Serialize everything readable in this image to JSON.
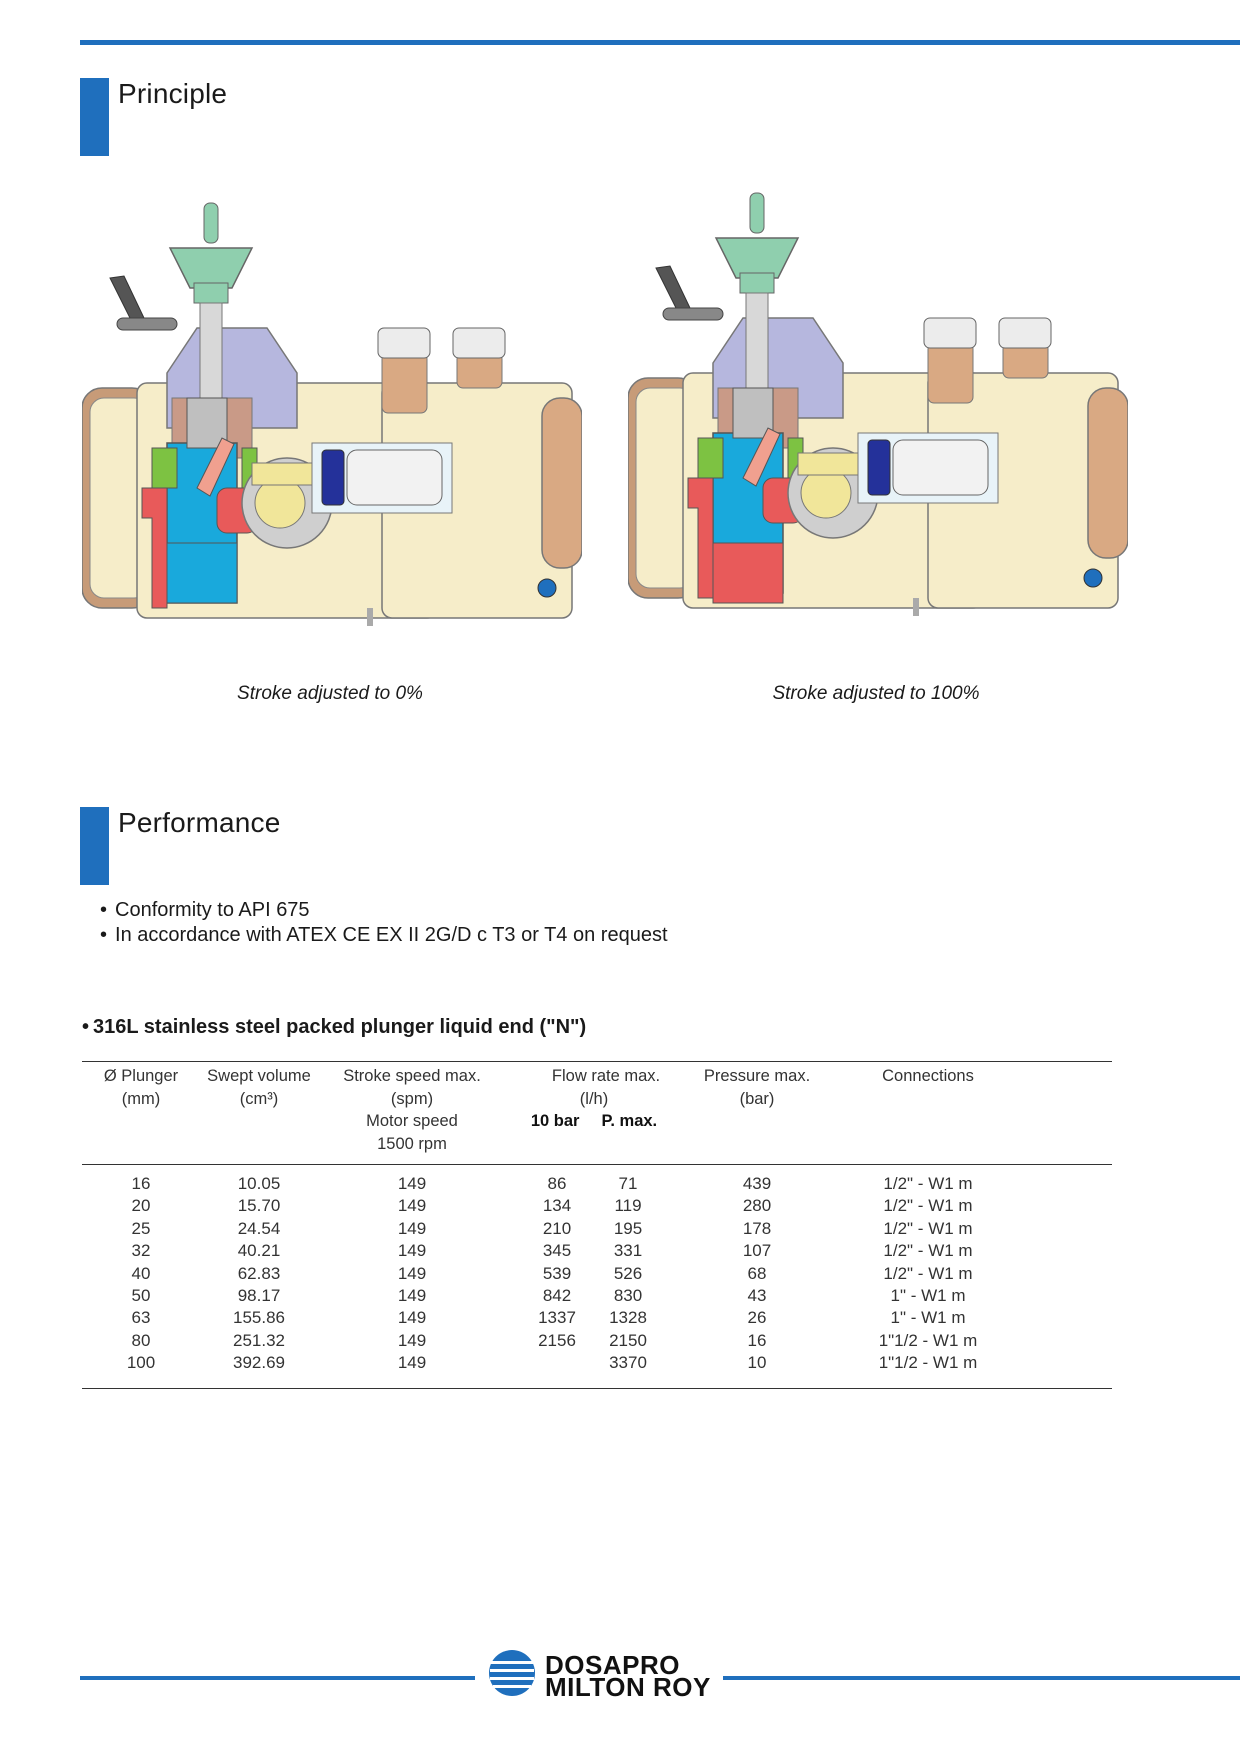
{
  "principle": {
    "title": "Principle",
    "captions": [
      "Stroke adjusted to 0%",
      "Stroke adjusted to 100%"
    ]
  },
  "performance": {
    "title": "Performance",
    "bullets": [
      "Conformity to API 675",
      "In accordance with ATEX CE EX II 2G/D c T3 or T4 on request"
    ]
  },
  "table": {
    "title": "316L stainless steel packed plunger liquid end (\"N\")",
    "headers": {
      "plunger": [
        "Ø Plunger",
        "(mm)"
      ],
      "swept": [
        "Swept volume",
        "(cm³)"
      ],
      "stroke": [
        "Stroke speed max.",
        "(spm)",
        "Motor speed",
        "1500 rpm"
      ],
      "flow": [
        "Flow rate max.",
        "(l/h)"
      ],
      "flow_sub": [
        "10 bar",
        "P. max."
      ],
      "pressure": [
        "Pressure max.",
        "(bar)"
      ],
      "connections": [
        "Connections"
      ]
    },
    "rows": [
      [
        "16",
        "10.05",
        "149",
        "86",
        "71",
        "439",
        "1/2\" - W1 m"
      ],
      [
        "20",
        "15.70",
        "149",
        "134",
        "119",
        "280",
        "1/2\" - W1 m"
      ],
      [
        "25",
        "24.54",
        "149",
        "210",
        "195",
        "178",
        "1/2\" - W1 m"
      ],
      [
        "32",
        "40.21",
        "149",
        "345",
        "331",
        "107",
        "1/2\" - W1 m"
      ],
      [
        "40",
        "62.83",
        "149",
        "539",
        "526",
        "68",
        "1/2\" - W1 m"
      ],
      [
        "50",
        "98.17",
        "149",
        "842",
        "830",
        "43",
        "1\" - W1 m"
      ],
      [
        "63",
        "155.86",
        "149",
        "1337",
        "1328",
        "26",
        "1\" - W1 m"
      ],
      [
        "80",
        "251.32",
        "149",
        "2156",
        "2150",
        "16",
        "1\"1/2 - W1 m"
      ],
      [
        "100",
        "392.69",
        "149",
        "",
        "3370",
        "10",
        "1\"1/2 - W1 m"
      ]
    ]
  },
  "footer": {
    "brand_line1": "DOSAPRO",
    "brand_line2": "MILTON ROY"
  },
  "colors": {
    "accent": "#1f6fbd",
    "housing": "#f6edc9",
    "plunger": "#19a9dc",
    "red_part": "#e85a5a",
    "knob": "#8fcfae"
  }
}
